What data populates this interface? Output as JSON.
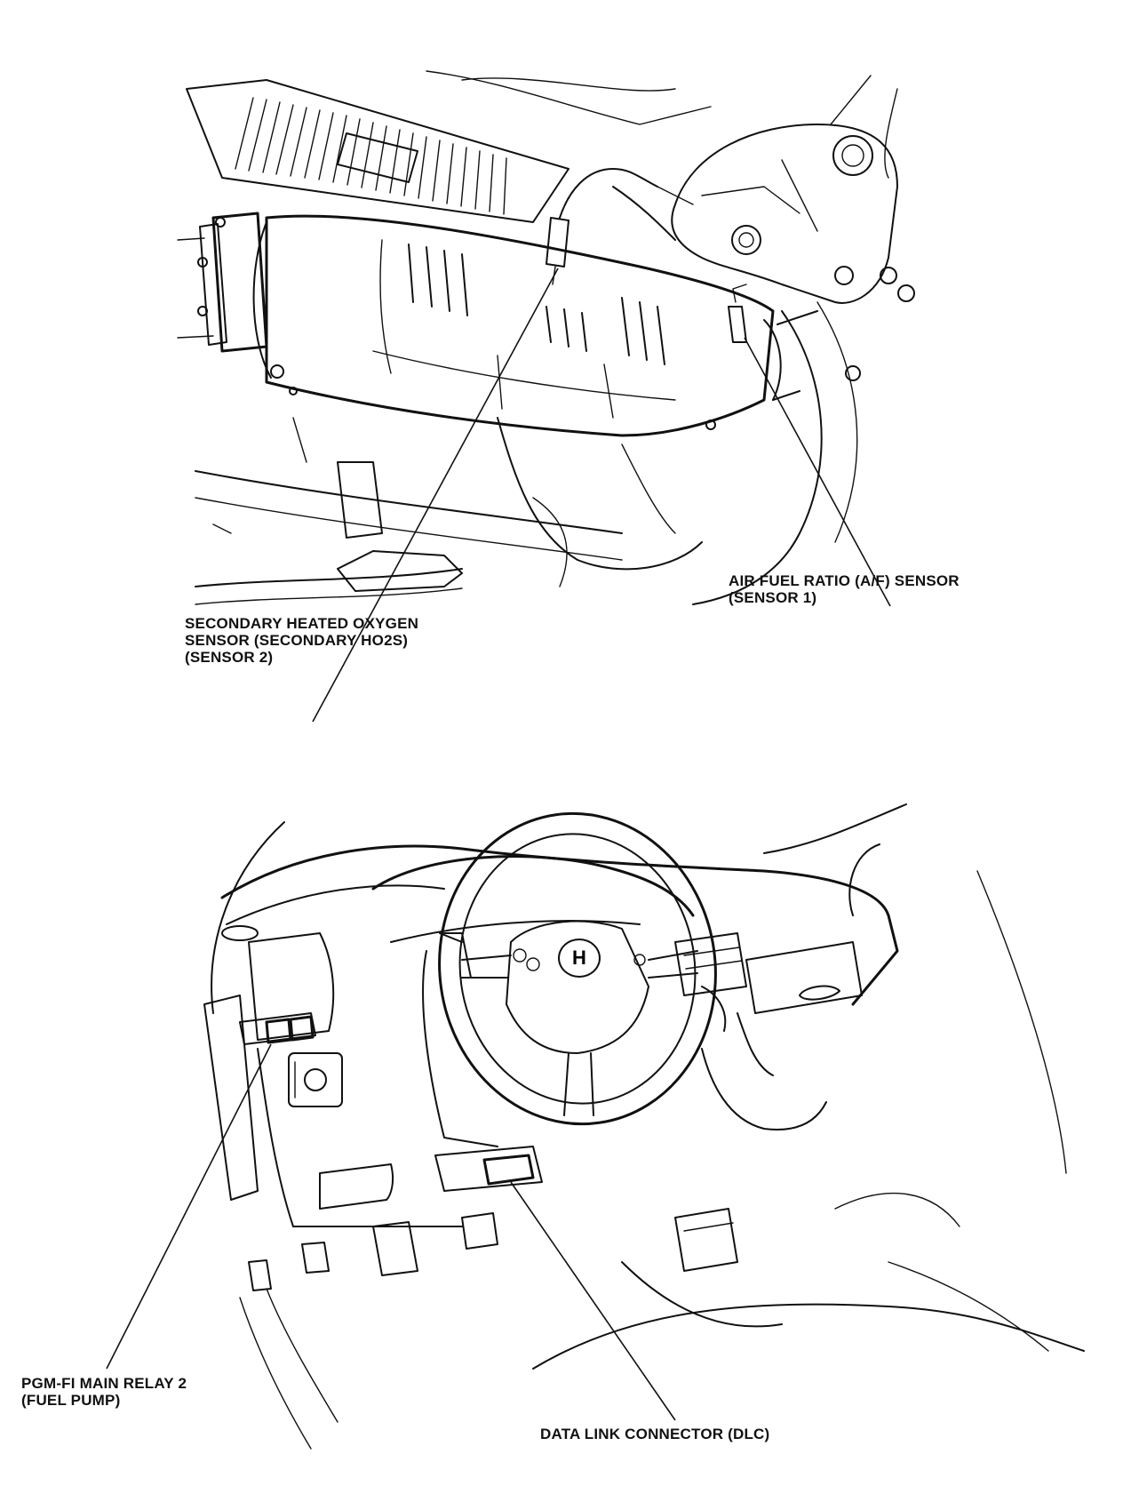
{
  "callouts": {
    "secondary_ho2s": {
      "lines": [
        "SECONDARY HEATED OXYGEN",
        "SENSOR (SECONDARY HO2S)",
        "(SENSOR 2)"
      ]
    },
    "af_sensor": {
      "lines": [
        "AIR FUEL RATIO (A/F) SENSOR",
        "(SENSOR 1)"
      ]
    },
    "pgm_fi_relay": {
      "lines": [
        "PGM-FI MAIN RELAY 2",
        "(FUEL PUMP)"
      ]
    },
    "dlc": {
      "lines": [
        "DATA LINK CONNECTOR (DLC)"
      ]
    }
  },
  "logo_text": "H"
}
